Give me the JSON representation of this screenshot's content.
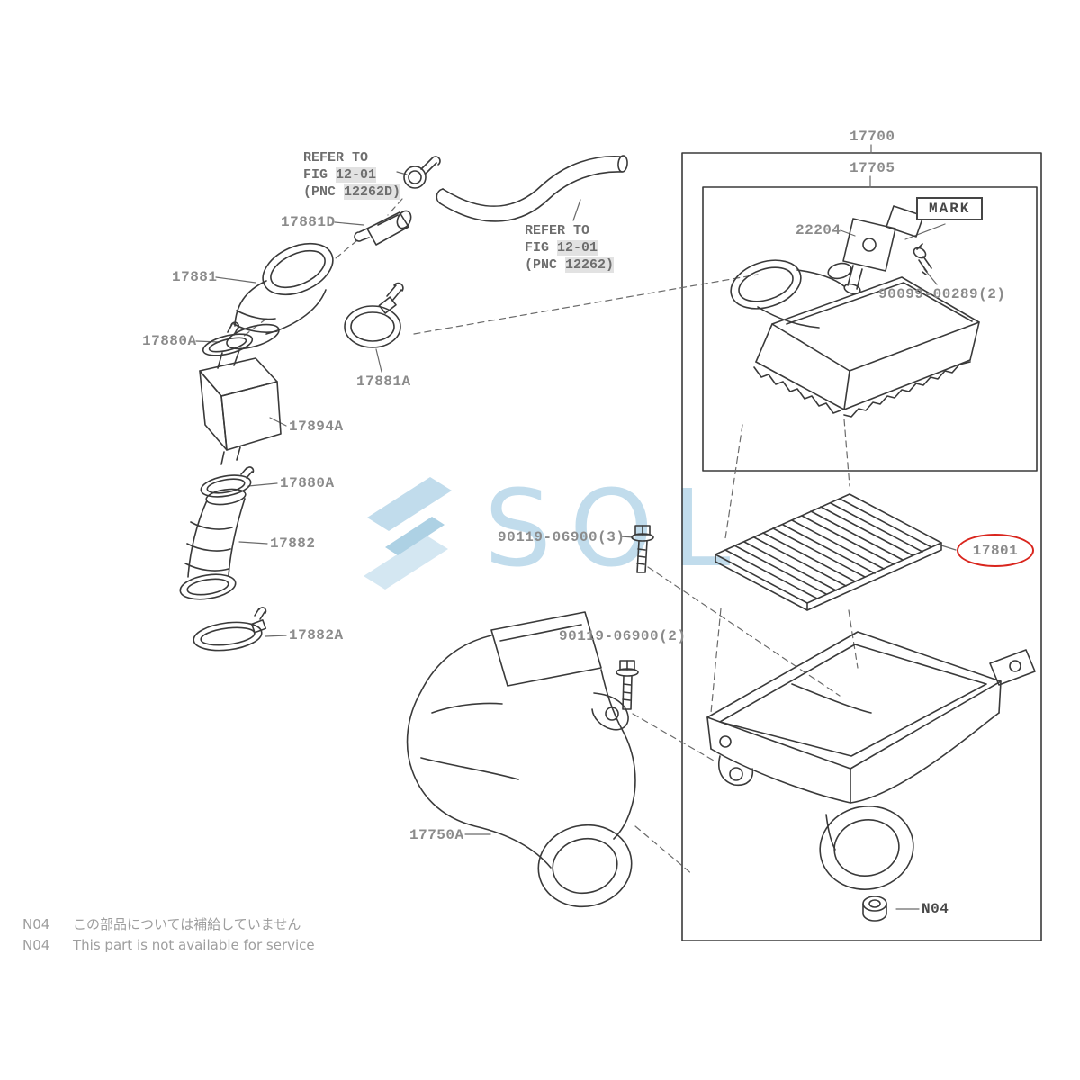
{
  "diagram": {
    "part_labels": {
      "p17700": "17700",
      "p17705": "17705",
      "p22204": "22204",
      "mark": "MARK",
      "p90099": "90099-00289(2)",
      "p17801": "17801",
      "p90119_3": "90119-06900(3)",
      "p90119_2": "90119-06900(2)",
      "p17881D": "17881D",
      "p17881": "17881",
      "p17880A_upper": "17880A",
      "p17894A": "17894A",
      "p17880A_lower": "17880A",
      "p17882": "17882",
      "p17882A": "17882A",
      "p17881A": "17881A",
      "p17750A": "17750A",
      "n04": "N04"
    },
    "refer_note_1": {
      "line1": "REFER TO",
      "line2_prefix": "FIG ",
      "line2_fig": "12-01",
      "line3_prefix": "(PNC ",
      "line3_pnc": "12262D)"
    },
    "refer_note_2": {
      "line1": "REFER TO",
      "line2_prefix": "FIG ",
      "line2_fig": "12-01",
      "line3_prefix": "(PNC ",
      "line3_pnc": "12262)"
    }
  },
  "watermark": {
    "text": "SOL"
  },
  "footer": {
    "jp": {
      "code": "N04",
      "text": "この部品については補給していません"
    },
    "en": {
      "code": "N04",
      "text": "This part is not available for service"
    }
  },
  "colors": {
    "label_gray": "#8b8b8b",
    "line_dark": "#3a3a3a",
    "highlight_red": "#d9251d",
    "watermark_blue": "#b7d7e9"
  }
}
